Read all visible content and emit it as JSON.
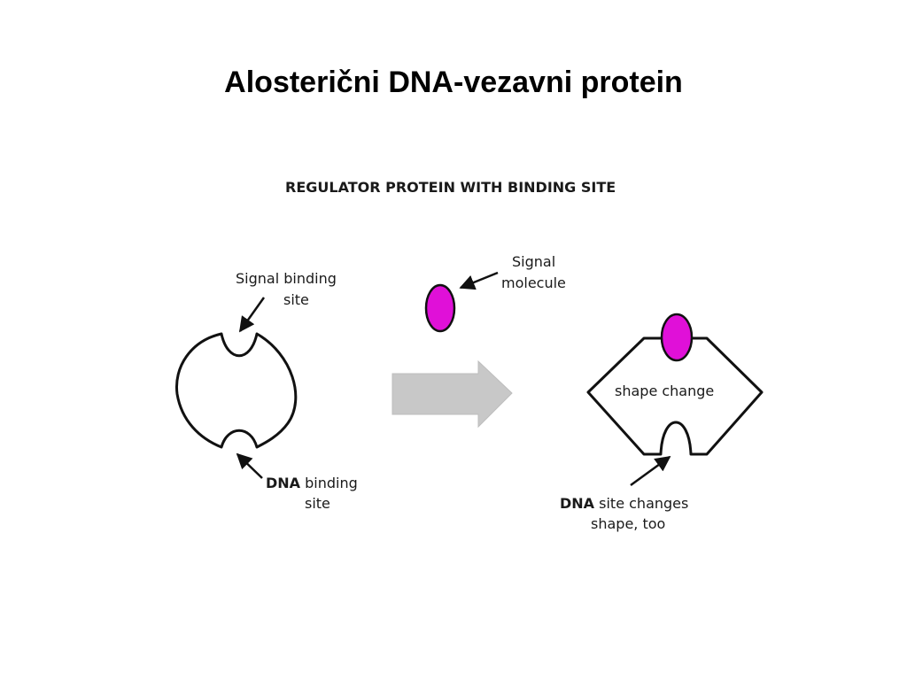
{
  "slide": {
    "title": "Alosterični DNA-vezavni protein"
  },
  "diagram": {
    "heading": "REGULATOR PROTEIN WITH BINDING SITE",
    "signal_binding_site_line1": "Signal binding",
    "signal_binding_site_line2": "site",
    "dna_binding_site_prefix": "DNA",
    "dna_binding_site_rest": " binding",
    "dna_binding_site_line2": "site",
    "signal_molecule_line1": "Signal",
    "signal_molecule_line2": "molecule",
    "shape_change": "shape change",
    "dna_site_changes_prefix": "DNA",
    "dna_site_changes_rest": " site changes",
    "dna_site_changes_line2": "shape, too"
  },
  "colors": {
    "signal_molecule": "#e010d8",
    "arrow_fill": "#c8c8c8",
    "outline": "#111111"
  }
}
